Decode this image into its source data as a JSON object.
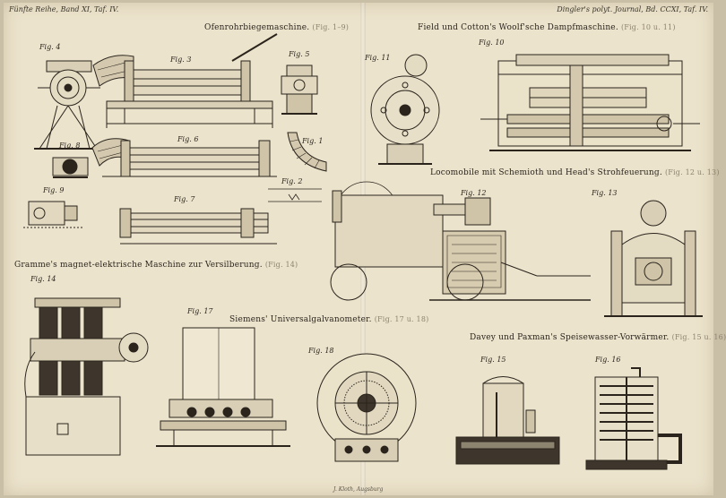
{
  "header": {
    "left": "Fünfte Reihe, Band XI, Taf. IV.",
    "right": "Dingler's polyt. Journal, Bd. CCXI, Taf. IV."
  },
  "titles": [
    {
      "text": "Ofenrohrbiegemaschine.",
      "ref": "(Fig. 1–9)"
    },
    {
      "text": "Field und Cotton's Woolf'sche Dampfmaschine.",
      "ref": "(Fig. 10 u. 11)"
    },
    {
      "text": "Locomobile mit Schemioth und Head's Strohfeuerung.",
      "ref": "(Fig. 12 u. 13)"
    },
    {
      "text": "Gramme's magnet-elektrische Maschine zur Versilberung.",
      "ref": "(Fig. 14)"
    },
    {
      "text": "Siemens' Universalgalvanometer.",
      "ref": "(Fig. 17 u. 18)"
    },
    {
      "text": "Davey und Paxman's Speisewasser-Vorwärmer.",
      "ref": "(Fig. 15 u. 16)"
    }
  ],
  "figures": [
    "Fig. 1",
    "Fig. 2",
    "Fig. 3",
    "Fig. 4",
    "Fig. 5",
    "Fig. 6",
    "Fig. 7",
    "Fig. 8",
    "Fig. 9",
    "Fig. 10",
    "Fig. 11",
    "Fig. 12",
    "Fig. 13",
    "Fig. 14",
    "Fig. 15",
    "Fig. 16",
    "Fig. 17",
    "Fig. 18"
  ],
  "footer": "J. Kloth, Augsburg",
  "colors": {
    "paper": "#ece3cc",
    "border": "#c9bfa6",
    "ink": "#2a241c",
    "ref": "#8d8470"
  }
}
